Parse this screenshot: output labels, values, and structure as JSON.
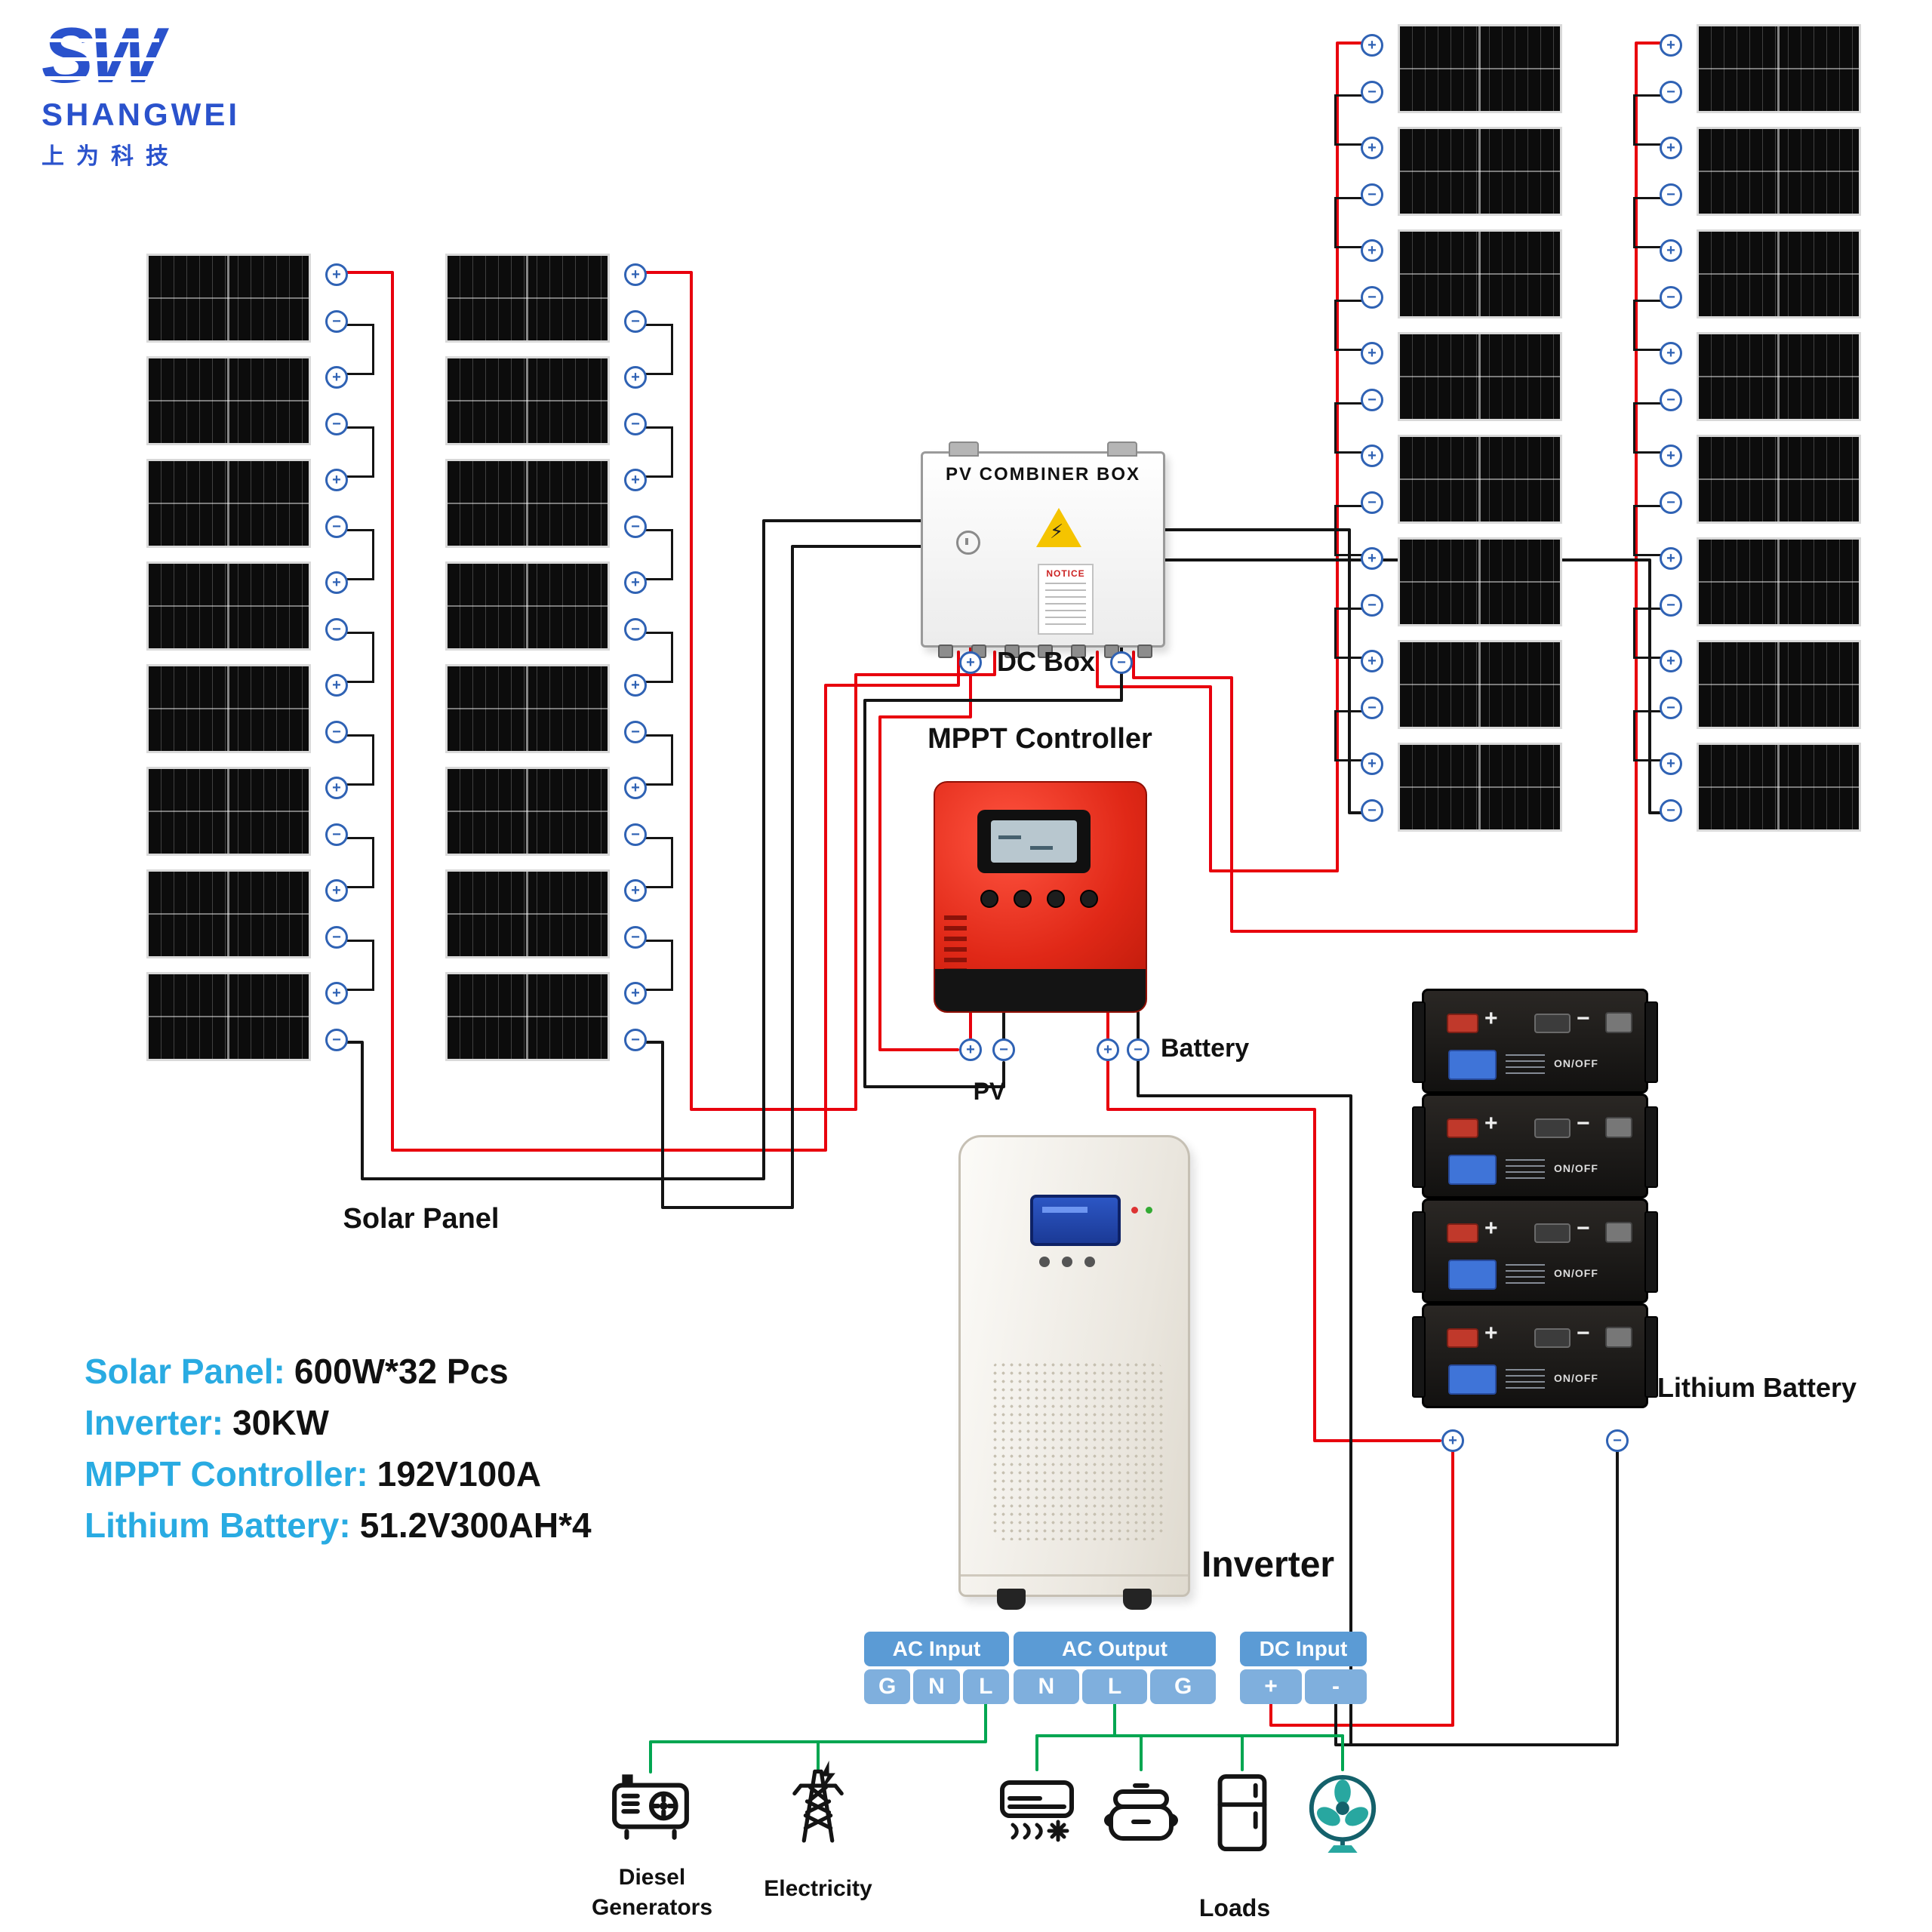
{
  "logo": {
    "monogram": "SW",
    "brand": "SHANGWEI",
    "cjk": "上为科技"
  },
  "combiner": {
    "title": "PV  COMBINER BOX",
    "sticker": "NOTICE",
    "warning_symbol": "⚡"
  },
  "markers": {
    "plus": "+",
    "minus": "−"
  },
  "labels": {
    "solar_panel": "Solar Panel",
    "dc_box": "DC Box",
    "mppt": "MPPT Controller",
    "pv": "PV",
    "battery": "Battery",
    "inverter": "Inverter",
    "lithium_battery": "Lithium Battery",
    "loads": "Loads",
    "electricity": "Electricity",
    "diesel_line1": "Diesel",
    "diesel_line2": "Generators"
  },
  "specs": [
    {
      "label": "Solar Panel:",
      "value": "600W*32 Pcs"
    },
    {
      "label": "Inverter:",
      "value": "30KW"
    },
    {
      "label": "MPPT Controller:",
      "value": "192V100A"
    },
    {
      "label": "Lithium Battery:",
      "value": "51.2V300AH*4"
    }
  ],
  "connectors": {
    "groups": [
      {
        "title": "AC Input",
        "pins": [
          "G",
          "N",
          "L"
        ]
      },
      {
        "title": "AC Output",
        "pins": [
          "N",
          "L",
          "G"
        ]
      },
      {
        "title": "DC Input",
        "pins": [
          "+",
          "-"
        ]
      }
    ]
  },
  "battery": {
    "on_off": "ON/OFF"
  },
  "counts": {
    "panel_columns": 4,
    "panels_per_column": 8,
    "battery_units": 4
  },
  "colors": {
    "wire_red": "#e8000d",
    "wire_black": "#141414",
    "wire_green": "#00a651",
    "accent_blue": "#29abe2",
    "terminal_blue": "#2f62b4",
    "connector_blue": "#5b9bd5",
    "logo_blue": "#2a52cc"
  }
}
